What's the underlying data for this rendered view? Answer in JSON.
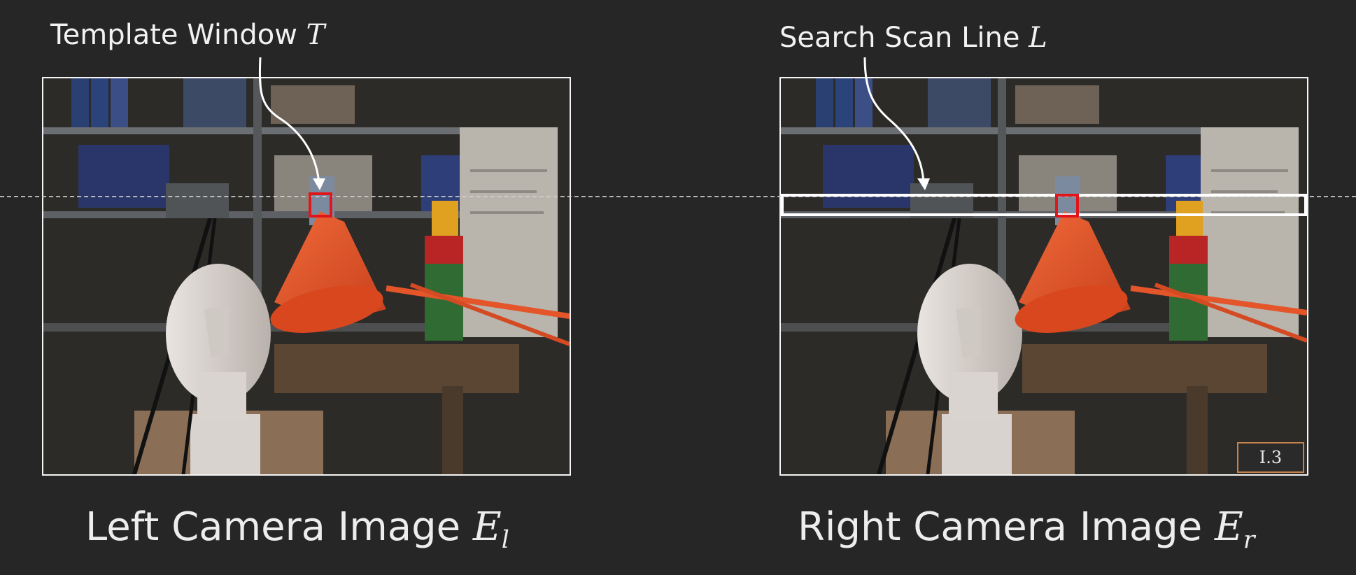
{
  "left": {
    "callout_text": "Template Window ",
    "callout_var": "T",
    "caption_text": "Left Camera Image ",
    "caption_var": "E",
    "caption_sub": "l"
  },
  "right": {
    "callout_text": "Search Scan Line ",
    "callout_var": "L",
    "caption_text": "Right Camera Image ",
    "caption_var": "E",
    "caption_sub": "r",
    "badge": "I.3"
  },
  "colors": {
    "background": "#262626",
    "template_box": "#e0161b",
    "scan_line_box": "#ffffff",
    "lamp": "#e4552a",
    "badge_border": "#c7824a"
  },
  "icons": {
    "callout_arrow": "curved-arrow-icon"
  }
}
